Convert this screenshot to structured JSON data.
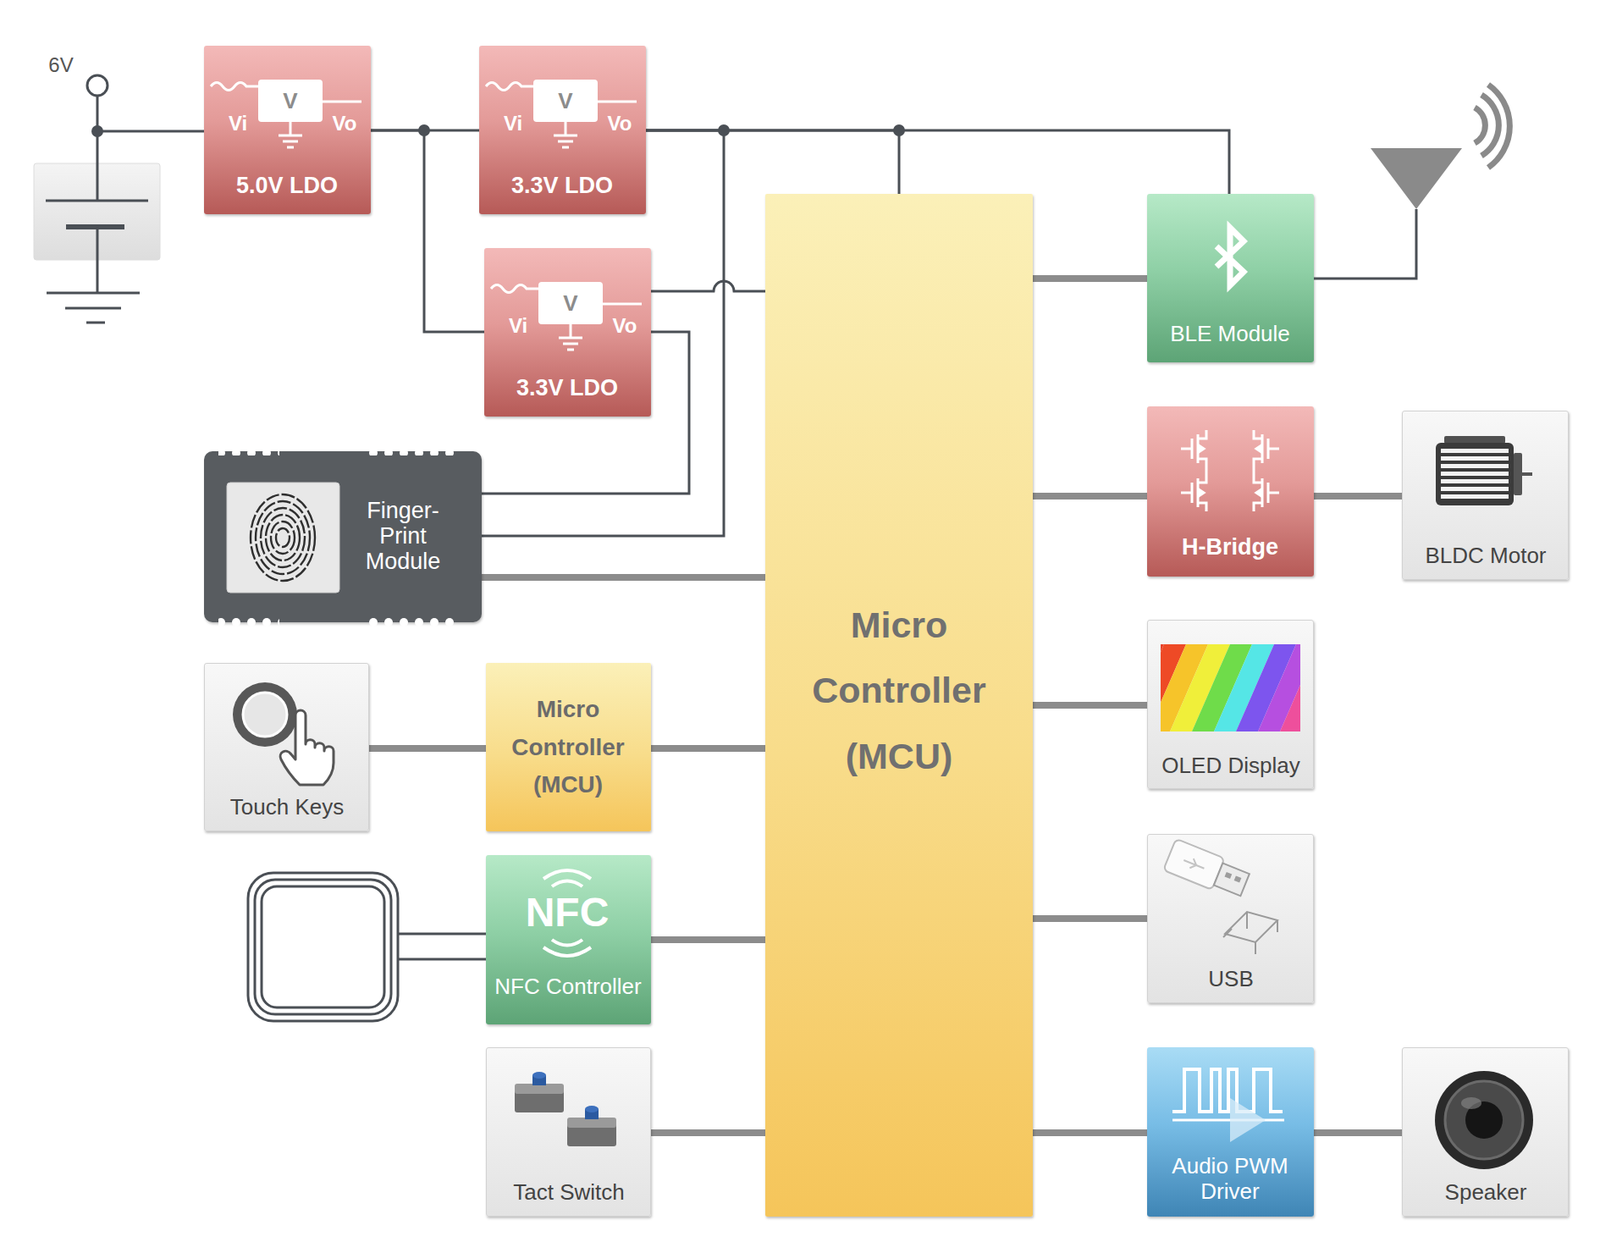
{
  "diagram": {
    "nodes": [
      {
        "text": [
          "V",
          "Vi",
          "Vo",
          "5.0V LDO"
        ]
      },
      {
        "text": [
          "V",
          "Vi",
          "Vo",
          "3.3V LDO"
        ]
      },
      {
        "text": [
          "V",
          "Vi",
          "Vo",
          "3.3V LDO"
        ]
      },
      {
        "text": [
          "BLE Module"
        ]
      },
      {
        "text": [
          "Finger- Print Module"
        ]
      },
      {
        "text": [
          "H-Bridge"
        ]
      },
      {
        "text": [
          "BLDC Motor"
        ]
      },
      {
        "text": [
          "Touch Keys"
        ]
      },
      {
        "text": [
          "Micro Controller (MCU)"
        ]
      },
      {
        "text": [
          "Micro Controller (MCU)"
        ]
      },
      {
        "text": [
          "OLED Display"
        ]
      },
      {
        "text": [
          "NFC",
          "NFC Controller"
        ]
      },
      {
        "text": [
          "USB"
        ]
      },
      {
        "text": [
          "Tact Switch"
        ]
      },
      {
        "text": [
          "Audio PWM Driver"
        ]
      },
      {
        "text": [
          "Speaker"
        ]
      }
    ],
    "edges": [
      {
        "from": 0,
        "to": 1,
        "arrow": "none"
      },
      {
        "from": 0,
        "to": 2,
        "arrow": "none"
      },
      {
        "from": 1,
        "to": 9,
        "arrow": "none"
      },
      {
        "from": 1,
        "to": 3,
        "arrow": "none"
      },
      {
        "from": 1,
        "to": 4,
        "arrow": "none"
      },
      {
        "from": 2,
        "to": 9,
        "arrow": "none"
      },
      {
        "from": 2,
        "to": 4,
        "arrow": "none"
      },
      {
        "from": 4,
        "to": 9,
        "arrow": "none"
      },
      {
        "from": 7,
        "to": 8,
        "arrow": "none"
      },
      {
        "from": 8,
        "to": 9,
        "arrow": "none"
      },
      {
        "from": 11,
        "to": 9,
        "arrow": "none"
      },
      {
        "from": 13,
        "to": 9,
        "arrow": "none"
      },
      {
        "from": 9,
        "to": 3,
        "arrow": "none"
      },
      {
        "from": 9,
        "to": 5,
        "arrow": "none"
      },
      {
        "from": 5,
        "to": 6,
        "arrow": "none"
      },
      {
        "from": 9,
        "to": 10,
        "arrow": "none"
      },
      {
        "from": 9,
        "to": 12,
        "arrow": "none"
      },
      {
        "from": 9,
        "to": 14,
        "arrow": "none"
      },
      {
        "from": 14,
        "to": 15,
        "arrow": "none"
      }
    ],
    "labels": [
      "6V"
    ]
  }
}
